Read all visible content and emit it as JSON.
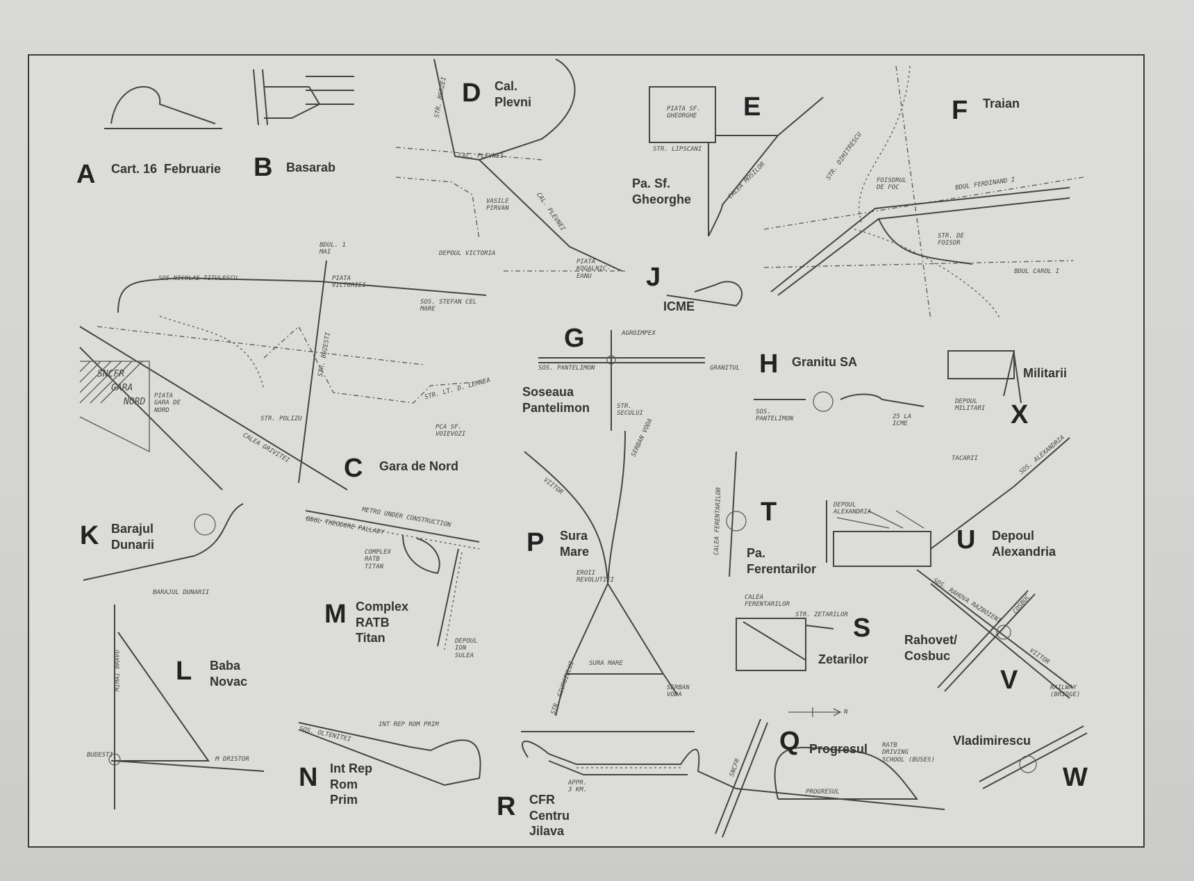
{
  "stations": {
    "A": {
      "letter": "A",
      "name": "Cart. 16  Februarie"
    },
    "B": {
      "letter": "B",
      "name": "Basarab"
    },
    "C": {
      "letter": "C",
      "name": "Gara de Nord"
    },
    "D": {
      "letter": "D",
      "name": "Cal.\nPlevni"
    },
    "E": {
      "letter": "E",
      "name": "Pa. Sf.\nGheorghe"
    },
    "F": {
      "letter": "F",
      "name": "Traian"
    },
    "G": {
      "letter": "G",
      "name": "Soseaua\nPantelimon"
    },
    "H": {
      "letter": "H",
      "name": "Granitu SA"
    },
    "J": {
      "letter": "J",
      "name": "ICME"
    },
    "K": {
      "letter": "K",
      "name": "Barajul\nDunarii"
    },
    "L": {
      "letter": "L",
      "name": "Baba\nNovac"
    },
    "M": {
      "letter": "M",
      "name": "Complex\nRATB\nTitan"
    },
    "N": {
      "letter": "N",
      "name": "Int Rep\nRom\nPrim"
    },
    "P": {
      "letter": "P",
      "name": "Sura\nMare"
    },
    "Q": {
      "letter": "Q",
      "name": "Progresul"
    },
    "R": {
      "letter": "R",
      "name": "CFR\nCentru\nJilava"
    },
    "S": {
      "letter": "S",
      "name": "Zetarilor"
    },
    "T": {
      "letter": "T",
      "name": "Pa.\nFerentarilor"
    },
    "U": {
      "letter": "U",
      "name": "Depoul\nAlexandria"
    },
    "V": {
      "letter": "V",
      "name": "Rahovet/\nCosbuc"
    },
    "W": {
      "letter": "W",
      "name": "Vladimirescu"
    },
    "X": {
      "letter": "X",
      "name": "Militarii"
    }
  },
  "handwritten": {
    "calPlevnei": "CAL. PLEVNEI",
    "vasilePirvan": "VASILE\nPIRVAN",
    "calPlevnei2": "CAL. PLEVNEI",
    "strBerzei": "STR. BERZEI",
    "piataKogalniceanu": "PIATA\nKOGALNIC-\nEANU",
    "piataSfGheorghe": "PIATA SF.\nGHEORGHE",
    "strLipscani": "STR. LIPSCANI",
    "caleaMosilor": "CALEA MOSILOR",
    "bdulFerdinand": "BDUL FERDINAND I",
    "bdulCarol": "BDUL CAROL I",
    "focsorulDeFoc": "FOISORUL\nDE FOC",
    "strDimitrescu": "STR. DIMITRESCU",
    "strDeFoisor": "STR. DE\nFOISOR",
    "bdul1Mai": "BDUL. 1\nMAI",
    "depoulVictoria": "DEPOUL VICTORIA",
    "piataVictoriei": "PIATA\nVICTORIEI",
    "sosStefanCelMare": "SOS. STEFAN CEL\nMARE",
    "sosNicolaeTitulescu": "SOS NICOLAE TITULESCU",
    "sncfr": "SNCFR",
    "gara": "GARA",
    "nord": "NORD",
    "piataGaraDeNord": "PIATA\nGARA DE\nNORD",
    "strBuzesti": "STR. BUZESTI",
    "strPolizu": "STR. POLIZU",
    "strLtLemnea": "STR. LT. D. LEMNEA",
    "pcaSfVoievozi": "PCA SF.\nVOIEVOZI",
    "caleaGrivitei": "CALEA GRIVITEI",
    "agroimpex": "AGROIMPEX",
    "sosPantelimon": "SOS. PANTELIMON",
    "strSecului": "STR.\nSECULUI",
    "granitul": "GRANITUL",
    "sosPantelimon2": "SOS.\nPANTELIMON",
    "icme": "25 LA\nICME",
    "depoulMilitari": "DEPOUL\nMILITARI",
    "tacarii": "TACARII",
    "sosAlexandria": "SOS. ALEXANDRIA",
    "depoulAlexandria": "DEPOUL\nALEXANDRIA",
    "barajulDunarii": "BARAJUL DUNARII",
    "metroUnder": "METRO UNDER CONSTRUCTION",
    "bdulTheodorePallady": "BDUL THEODORE PALLADY",
    "complexRatbTitan": "COMPLEX\nRATB\nTITAN",
    "depoulIonSulea": "DEPOUL\nION\nSULEA",
    "vitan": "VIITOR",
    "serbanVoda": "SERBAN VODA",
    "eroiiRevolutiei": "EROII\nREVOLUTIEI",
    "suraMare": "SURA MARE",
    "strGiurgiului": "STR. GIURGIULUI",
    "serbanVoda2": "SERBAN\nVODA",
    "caleaFerentarilor": "CALEA FERENTARILOR",
    "caleaFerentarilor2": "CALEA\nFERENTARILOR",
    "strZetarilor": "STR. ZETARILOR",
    "rahovaRoad": "SOS. RAHOVA RAZBOIENI",
    "cosbuc": "COSBUC",
    "viitor": "VIITOR",
    "railway": "RAILWAY\n(BRIDGE)",
    "sosOltenitei": "SOS. OLTENITEI",
    "intRepRomPrim": "INT REP ROM PRIM",
    "appr": "APPR.\n3 KM.",
    "sncfr2": "SNCFR",
    "progresul": "PROGRESUL",
    "ratbDriving": "RATB\nDRIVING\nSCHOOL (BUSES)",
    "dristor": "M DRISTOR",
    "nordArrow": "N",
    "mihaiBravu": "MIHAI BRAVU",
    "budesti": "BUDESTI"
  }
}
